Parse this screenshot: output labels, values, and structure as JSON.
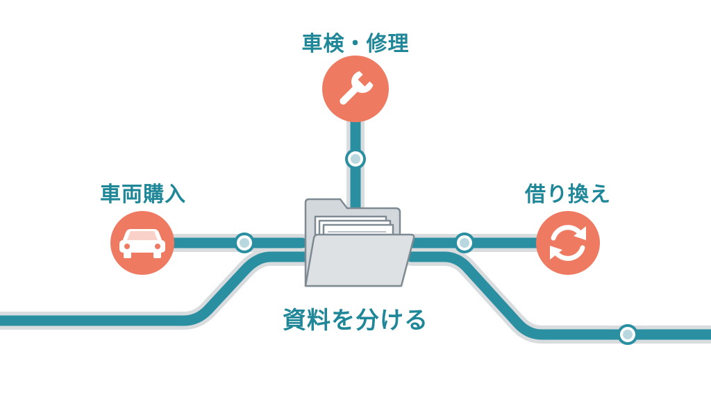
{
  "labels": {
    "repair": "車検・修理",
    "purchase": "車両購入",
    "refinance": "借り換え",
    "center": "資料を分ける"
  },
  "nodes": [
    {
      "id": "repair",
      "icon": "wrench-icon"
    },
    {
      "id": "purchase",
      "icon": "car-icon"
    },
    {
      "id": "refinance",
      "icon": "refresh-icon"
    },
    {
      "id": "center",
      "icon": "folder-icon"
    }
  ],
  "colors": {
    "track": "#2a8fa1",
    "track_outline": "#d9dcde",
    "accent": "#ef7a62",
    "label": "#1f8797",
    "station_fill": "#b9d7de",
    "folder_fill": "#dde1e4",
    "folder_stroke": "#7e8a92"
  }
}
